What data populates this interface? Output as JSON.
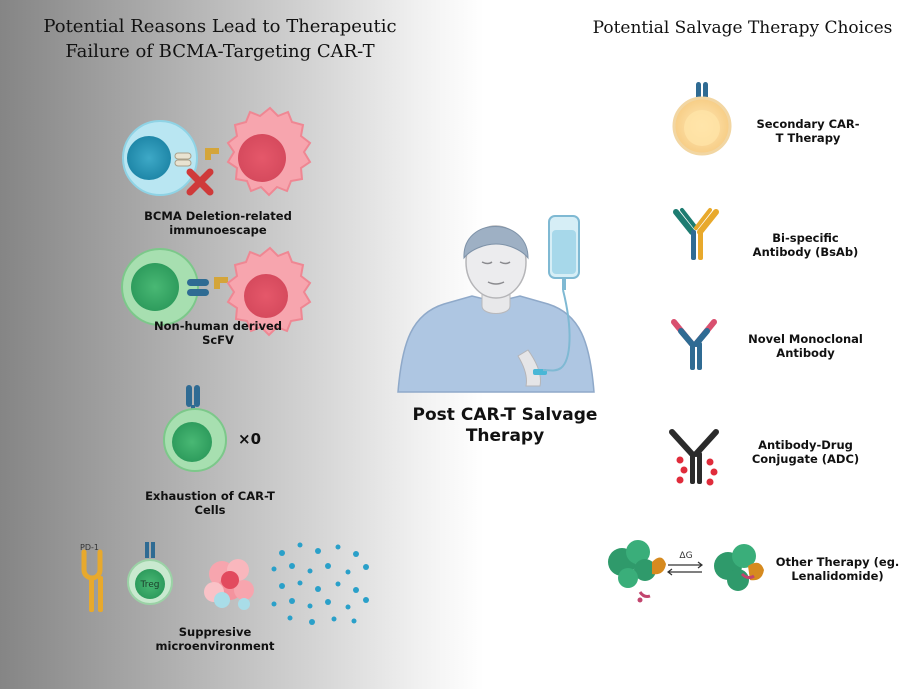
{
  "left_panel": {
    "title": "Potential Reasons Lead to Therapeutic Failure of BCMA-Targeting CAR-T",
    "items": [
      {
        "label": "BCMA Deletion-related\nimmunoescape"
      },
      {
        "label": "Non-human derived\nScFV"
      },
      {
        "label": "Exhaustion of CAR-T\nCells",
        "count_text": "×0"
      },
      {
        "label": "Suppresive\nmicroenvironment",
        "pd1_text": "PD-1",
        "treg_text": "Treg"
      }
    ]
  },
  "center": {
    "label": "Post CAR-T Salvage\nTherapy"
  },
  "right_panel": {
    "title": "Potential Salvage Therapy Choices",
    "items": [
      {
        "label": "Secondary CAR-\nT Therapy"
      },
      {
        "label": "Bi-specific\nAntibody (BsAb)"
      },
      {
        "label": "Novel Monoclonal\nAntibody"
      },
      {
        "label": "Antibody-Drug\nConjugate (ADC)"
      },
      {
        "label": "Other Therapy (eg.\nLenalidomide)",
        "delta_g_text": "ΔG"
      }
    ]
  },
  "colors": {
    "tcell_blue": "#8fd3e5",
    "tcell_green": "#9ed9a6",
    "tumor_pink": "#f08a94",
    "car_blue": "#2f6b93",
    "antigen_gold": "#d4a53a",
    "red_x": "#cf3a3a",
    "cereblon_green": "#2f9a6b"
  }
}
